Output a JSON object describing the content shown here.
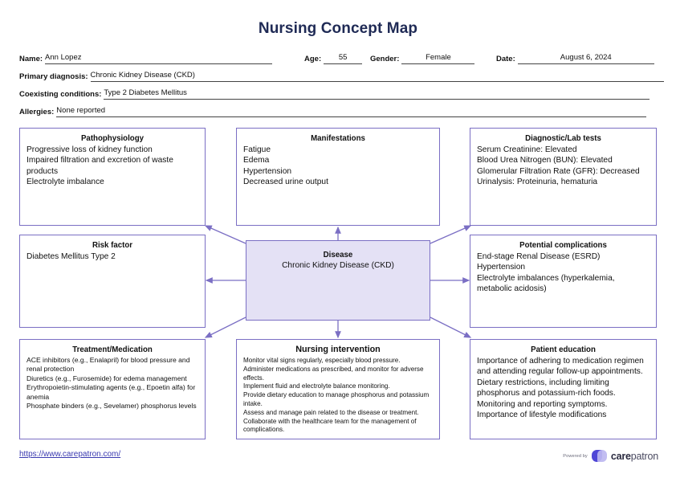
{
  "document": {
    "title": "Nursing Concept Map",
    "title_color": "#1F2A55"
  },
  "patient_form": {
    "name": {
      "label": "Name:",
      "value": "Ann Lopez"
    },
    "age": {
      "label": "Age:",
      "value": "55"
    },
    "gender": {
      "label": "Gender:",
      "value": "Female"
    },
    "date": {
      "label": "Date:",
      "value": "August 6, 2024"
    },
    "primary_diagnosis": {
      "label": "Primary diagnosis:",
      "value": "Chronic Kidney Disease (CKD)"
    },
    "coexisting_conditions": {
      "label": "Coexisting conditions:",
      "value": "Type 2 Diabetes Mellitus"
    },
    "allergies": {
      "label": "Allergies:",
      "value": "None reported"
    }
  },
  "theme": {
    "border_color": "#7B6FC4",
    "center_fill": "#E4E1F5",
    "connector_color": "#7B6FC4",
    "link_color": "#3A3AB0"
  },
  "concept_map": {
    "center": {
      "title": "Disease",
      "subtitle": "Chronic Kidney Disease (CKD)"
    },
    "pathophysiology": {
      "title": "Pathophysiology",
      "items": [
        "Progressive loss of kidney function",
        "Impaired filtration and excretion of waste products",
        "Electrolyte imbalance"
      ]
    },
    "manifestations": {
      "title": "Manifestations",
      "items": [
        "Fatigue",
        "Edema",
        "Hypertension",
        "Decreased urine output"
      ]
    },
    "diagnostic_lab_tests": {
      "title": "Diagnostic/Lab tests",
      "items": [
        "Serum Creatinine: Elevated",
        "Blood Urea Nitrogen (BUN): Elevated",
        "Glomerular Filtration Rate (GFR): Decreased",
        "Urinalysis: Proteinuria, hematuria"
      ]
    },
    "risk_factor": {
      "title": "Risk factor",
      "items": [
        "Diabetes Mellitus Type 2"
      ]
    },
    "potential_complications": {
      "title": "Potential complications",
      "items": [
        "End-stage Renal Disease (ESRD)",
        "Hypertension",
        "Electrolyte imbalances (hyperkalemia, metabolic acidosis)"
      ]
    },
    "treatment_medication": {
      "title": "Treatment/Medication",
      "items": [
        "ACE inhibitors (e.g., Enalapril) for blood pressure and renal protection",
        "Diuretics (e.g., Furosemide) for edema management",
        "Erythropoietin-stimulating agents (e.g., Epoetin alfa) for anemia",
        "Phosphate binders (e.g., Sevelamer) phosphorus levels"
      ]
    },
    "nursing_intervention": {
      "title": "Nursing intervention",
      "items": [
        "Monitor vital signs regularly, especially blood pressure.",
        "Administer medications as prescribed, and monitor for adverse effects.",
        "Implement fluid and electrolyte balance monitoring.",
        "Provide dietary education to manage phosphorus and potassium intake.",
        "Assess and manage pain related to the disease or treatment.",
        "Collaborate with the healthcare team for the management of complications."
      ]
    },
    "patient_education": {
      "title": "Patient education",
      "items": [
        "Importance of adhering to medication regimen and attending regular follow-up appointments.",
        "Dietary restrictions, including limiting phosphorus and potassium-rich foods.",
        "Monitoring and reporting symptoms.",
        "Importance of lifestyle modifications"
      ]
    }
  },
  "footer": {
    "url": "https://www.carepatron.com/",
    "powered_by": "Powered by",
    "brand_bold": "care",
    "brand_light": "patron"
  }
}
